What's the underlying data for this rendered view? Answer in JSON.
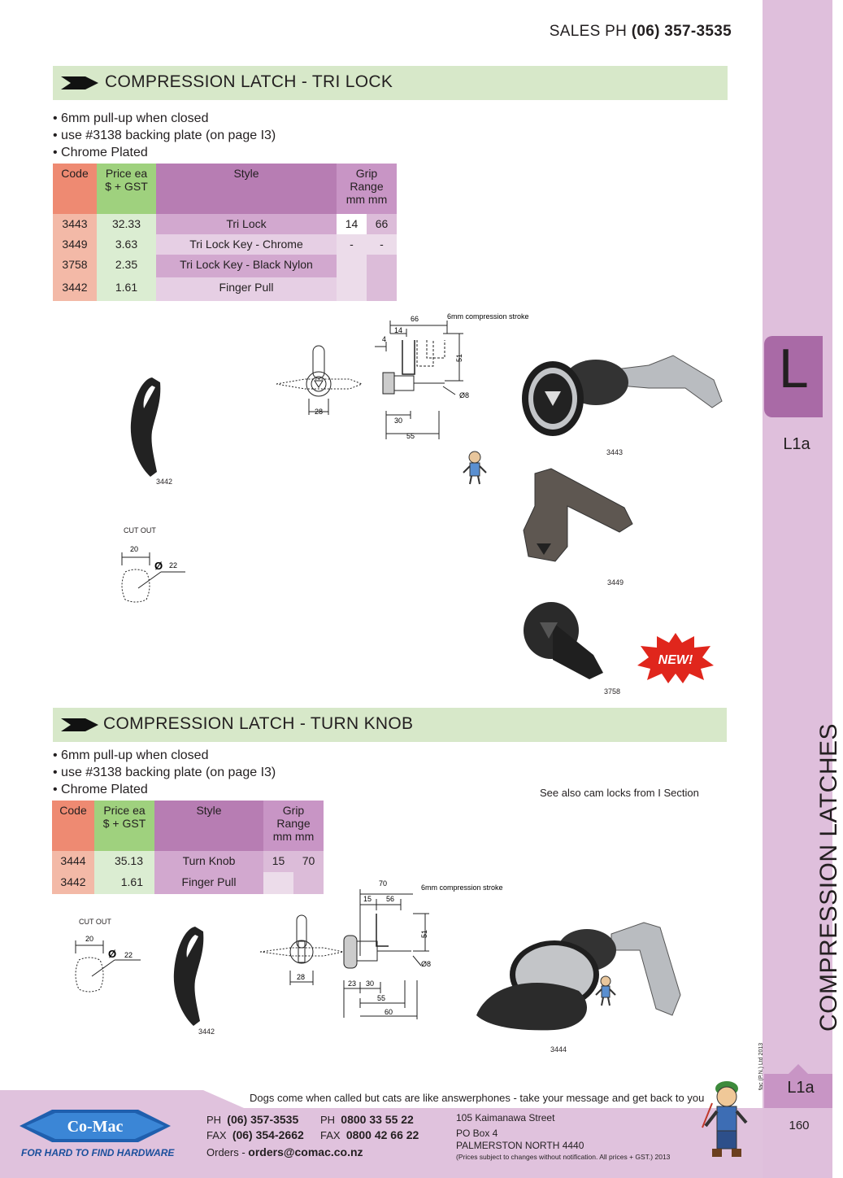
{
  "header": {
    "sales_label": "SALES  PH",
    "sales_phone": "(06) 357-3535"
  },
  "side": {
    "tab_letter": "L",
    "section_code": "L1a",
    "vertical_title": "COMPRESSION LATCHES",
    "copyright": "© Co-Mac (P.N.) Ltd 2013",
    "bottom_code": "L1a",
    "page_number": "160"
  },
  "section1": {
    "title": "COMPRESSION LATCH - TRI LOCK",
    "bullets": [
      "• 6mm pull-up when closed",
      "• use #3138 backing plate (on page I3)",
      "• Chrome Plated"
    ],
    "headers": {
      "code": "Code",
      "price1": "Price ea",
      "price2": "$ + GST",
      "style": "Style",
      "grip1": "Grip",
      "grip2": "Range",
      "grip3": "mm mm"
    },
    "rows": [
      {
        "code": "3443",
        "price": "32.33",
        "style": "Tri Lock",
        "g1": "14",
        "g2": "66"
      },
      {
        "code": "3449",
        "price": "3.63",
        "style": "Tri Lock Key - Chrome",
        "g1": "-",
        "g2": "-"
      },
      {
        "code": "3758",
        "price": "2.35",
        "style": "Tri Lock Key  - Black Nylon",
        "g1": "",
        "g2": ""
      },
      {
        "code": "3442",
        "price": "1.61",
        "style": "Finger Pull",
        "g1": "",
        "g2": ""
      }
    ],
    "drawing": {
      "d66": "66",
      "stroke": "6mm compression stroke",
      "d14": "14",
      "d4": "4",
      "d51": "51",
      "d28": "28",
      "d30": "30",
      "d55": "55",
      "dia8": "Ø8"
    },
    "cutout": {
      "label": "CUT OUT",
      "d20": "20",
      "dia": "Ø",
      "d22": "22"
    },
    "captions": {
      "c3442": "3442",
      "c3443": "3443",
      "c3449": "3449",
      "c3758": "3758"
    },
    "new_badge": "NEW!"
  },
  "section2": {
    "title": "COMPRESSION LATCH - TURN KNOB",
    "bullets": [
      "• 6mm pull-up when closed",
      "• use #3138 backing plate (on page I3)",
      "• Chrome Plated"
    ],
    "see_also": "See also cam locks from I Section",
    "headers": {
      "code": "Code",
      "price1": "Price ea",
      "price2": "$ + GST",
      "style": "Style",
      "grip1": "Grip",
      "grip2": "Range",
      "grip3": "mm mm"
    },
    "rows": [
      {
        "code": "3444",
        "price": "35.13",
        "style": "Turn Knob",
        "g1": "15",
        "g2": "70"
      },
      {
        "code": "3442",
        "price": "1.61",
        "style": "Finger Pull",
        "g1": "",
        "g2": ""
      }
    ],
    "drawing": {
      "d70": "70",
      "stroke": "6mm compression stroke",
      "d15": "15",
      "d56": "56",
      "d51": "51",
      "d28": "28",
      "d23": "23",
      "d30": "30",
      "d55": "55",
      "d60": "60",
      "dia8": "Ø8"
    },
    "cutout": {
      "label": "CUT OUT",
      "d20": "20",
      "dia": "Ø",
      "d22": "22"
    },
    "captions": {
      "c3442": "3442",
      "c3444": "3444"
    }
  },
  "footer": {
    "quip": "Dogs come when called but cats are like answerphones - take your message and get back to you",
    "logo": "Co-Mac",
    "tagline": "FOR HARD TO FIND HARDWARE",
    "ph_label": "PH",
    "ph": "(06) 357-3535",
    "fax_label": "FAX",
    "fax": "(06) 354-2662",
    "ph2_label": "PH",
    "ph2": "0800 33 55 22",
    "fax2_label": "FAX",
    "fax2": "0800 42 66 22",
    "orders_label": "Orders -",
    "orders_email": "orders@comac.co.nz",
    "addr1": "105 Kaimanawa Street",
    "addr2": "PO Box 4",
    "addr3": "PALMERSTON NORTH 4440",
    "note": "(Prices subject to changes without notification.  All prices + GST.)  2013"
  }
}
